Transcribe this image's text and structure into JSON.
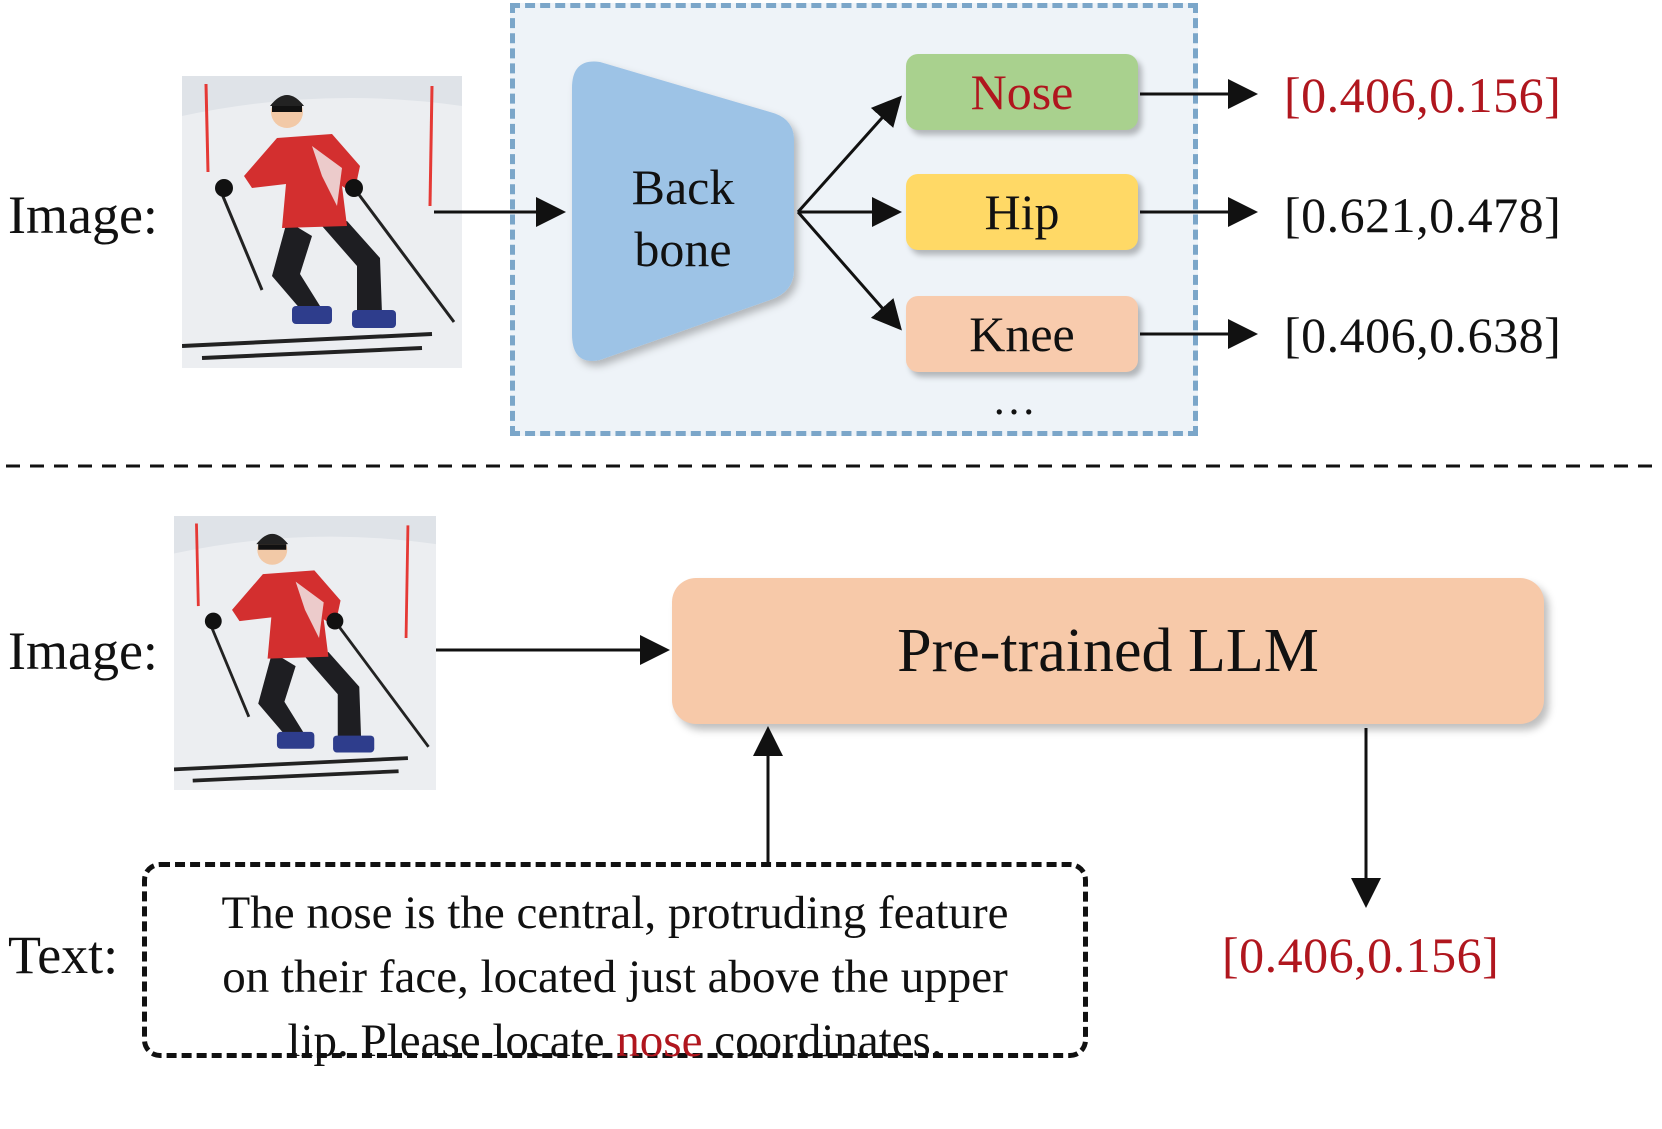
{
  "top": {
    "input_label": "Image:",
    "backbone_label_line1": "Back",
    "backbone_label_line2": "bone",
    "keypoints": [
      {
        "label": "Nose",
        "color": "#a9d18e",
        "text_color": "#b0161e",
        "output": "[0.406,0.156]",
        "output_color": "#b0161e"
      },
      {
        "label": "Hip",
        "color": "#ffd966",
        "text_color": "#111111",
        "output": "[0.621,0.478]",
        "output_color": "#111111"
      },
      {
        "label": "Knee",
        "color": "#f8cbad",
        "text_color": "#111111",
        "output": "[0.406,0.638]",
        "output_color": "#111111"
      }
    ],
    "ellipsis": "…"
  },
  "bottom": {
    "image_label": "Image:",
    "text_label": "Text:",
    "llm_label": "Pre-trained LLM",
    "prompt_line1": "The nose is the central, protruding feature",
    "prompt_line2": "on their face, located just above the upper",
    "prompt_line3_before": "lip. Please locate ",
    "prompt_highlight": "nose",
    "prompt_line3_after": " coordinates.",
    "output": "[0.406,0.156]"
  },
  "colors": {
    "panel_border": "#7ba6c9",
    "panel_fill": "#eef3f8",
    "backbone": "#9dc3e6",
    "llm": "#f7c9a9",
    "highlight_red": "#b0161e"
  }
}
